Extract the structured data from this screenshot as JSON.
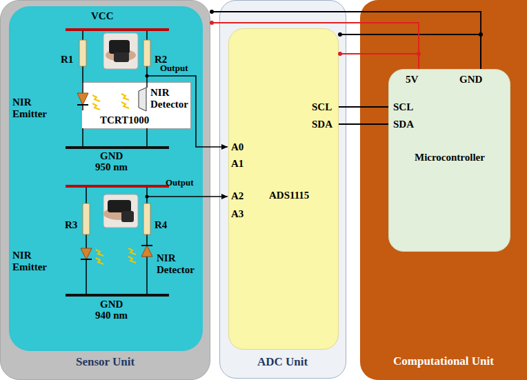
{
  "diagram": {
    "nodes": [
      {
        "text": [
          "Sensor Unit"
        ]
      },
      {
        "text": [
          "TCRT1000"
        ],
        "in": 0
      },
      {
        "text": [
          "ADC Unit"
        ]
      },
      {
        "text": [
          "ADS1115"
        ],
        "in": 2
      },
      {
        "text": [
          "Computational Unit"
        ]
      },
      {
        "text": [
          "Microcontroller"
        ],
        "in": 4
      }
    ],
    "edges": [
      {
        "from": 3,
        "to": 5,
        "arrow": "none"
      },
      {
        "from": 3,
        "to": 5,
        "arrow": "none"
      },
      {
        "from": 5,
        "to": 3,
        "arrow": "none"
      },
      {
        "from": 5,
        "to": 3,
        "arrow": "none"
      },
      {
        "from": 5,
        "to": 0,
        "arrow": "none"
      },
      {
        "from": 5,
        "to": 0,
        "arrow": "none"
      }
    ],
    "labels": [
      "VCC",
      "R1",
      "R2",
      "Output",
      "NIR Emitter",
      "NIR Detector",
      "GND",
      "950 nm",
      "Output",
      "R3",
      "R4",
      "NIR Emitter",
      "NIR Detector",
      "GND",
      "940 nm",
      "A0",
      "A1",
      "A2",
      "A3",
      "SCL",
      "SDA",
      "5V",
      "GND",
      "SCL",
      "SDA"
    ]
  }
}
